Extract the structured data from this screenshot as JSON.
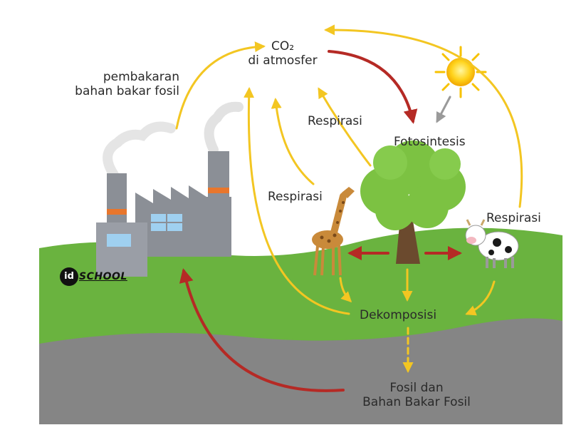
{
  "labels": {
    "co2_line1": "CO₂",
    "co2_line2": "di atmosfer",
    "fossil_burning_line1": "pembakaran",
    "fossil_burning_line2": "bahan bakar fosil",
    "respiration_top": "Respirasi",
    "photosynthesis": "Fotosintesis",
    "respiration_giraffe": "Respirasi",
    "respiration_cow": "Respirasi",
    "decomposition": "Dekomposisi",
    "fossil_line1": "Fosil dan",
    "fossil_line2": "Bahan Bakar Fosil"
  },
  "logo": {
    "part1": "id",
    "part2": "SCHOOL"
  },
  "colors": {
    "ground_green": "#6ab33f",
    "ground_grey": "#858585",
    "arrow_yellow": "#f3c622",
    "arrow_red": "#b52a25",
    "arrow_grey": "#9a9a9a",
    "sun": "#ffd21a",
    "tree_leaves": "#7cc242",
    "factory": "#8b8f96"
  }
}
